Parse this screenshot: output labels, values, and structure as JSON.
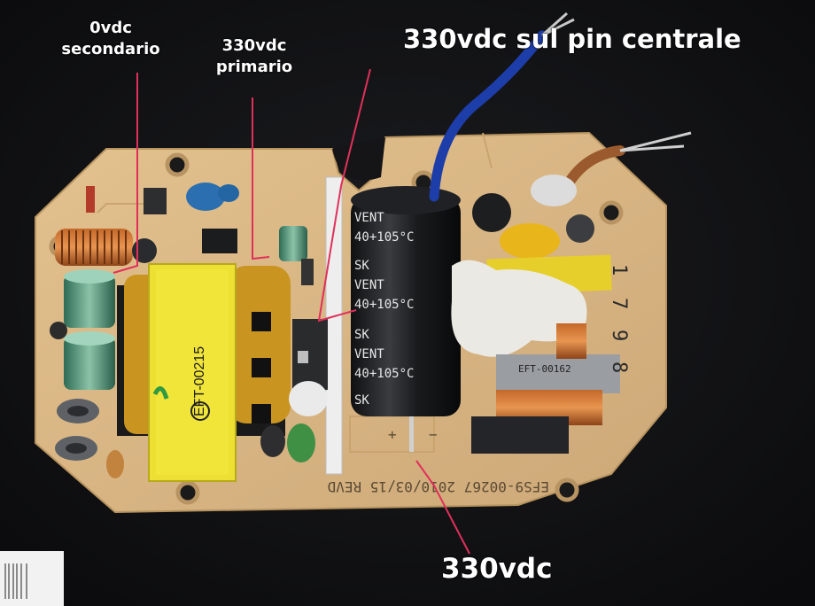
{
  "annotations": {
    "zero_vdc": {
      "line1": "0vdc",
      "line2": "secondario"
    },
    "primary_330": {
      "line1": "330vdc",
      "line2": "primario"
    },
    "center_pin": "330vdc sul pin centrale",
    "bottom": "330vdc",
    "arrow_color": "#e0305a"
  },
  "board_markings": {
    "transformer_main": "EFT-00215",
    "transformer_side": "EFT-00162",
    "pcb_code": "EFS9-00267  2010/03/15 REVD",
    "capacitor_brand": "VENT",
    "capacitor_rating": "40+105°C",
    "capacitor_mark": "SK",
    "polarity_plus": "+",
    "polarity_minus": "−",
    "side_digits": [
      "1",
      "7",
      "9",
      "8"
    ]
  },
  "colors": {
    "pcb": "#d9b684",
    "background": "#111214",
    "transformer_tape": "#f1e430"
  }
}
